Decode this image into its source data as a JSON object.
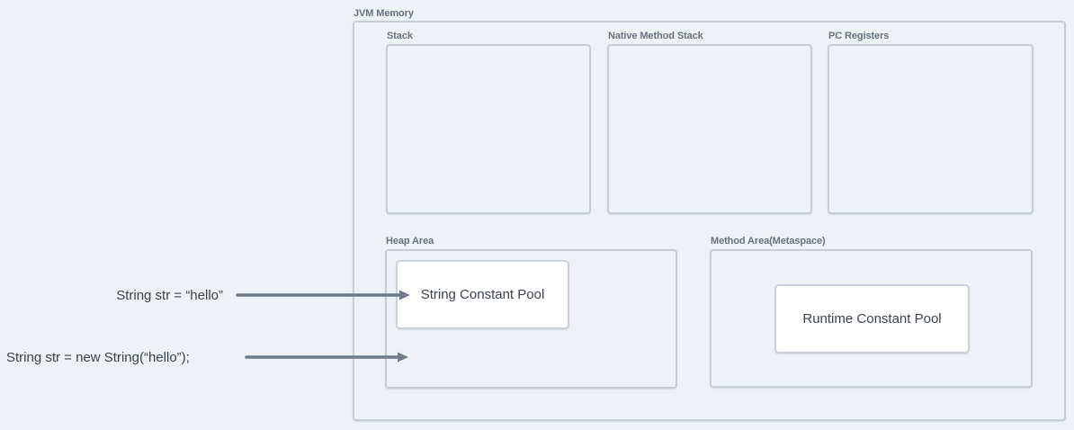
{
  "diagram": {
    "title": "JVM Memory",
    "regions": {
      "stack": "Stack",
      "native_method_stack": "Native Method Stack",
      "pc_registers": "PC Registers",
      "heap_area": "Heap Area",
      "method_area": "Method Area(Metaspace)"
    },
    "nodes": {
      "string_constant_pool": "String Constant Pool",
      "runtime_constant_pool": "Runtime Constant Pool"
    },
    "annotations": {
      "literal_assignment": "String str = “hello”",
      "new_string_assignment": "String str = new String(“hello”);"
    },
    "colors": {
      "background": "#eef1f5",
      "region_border": "#c5ced7",
      "node_border": "#c9d2da",
      "node_background": "#ffffff",
      "region_label_text": "#67727f",
      "body_text": "#3a424e",
      "arrow": "#6f7b88"
    }
  }
}
